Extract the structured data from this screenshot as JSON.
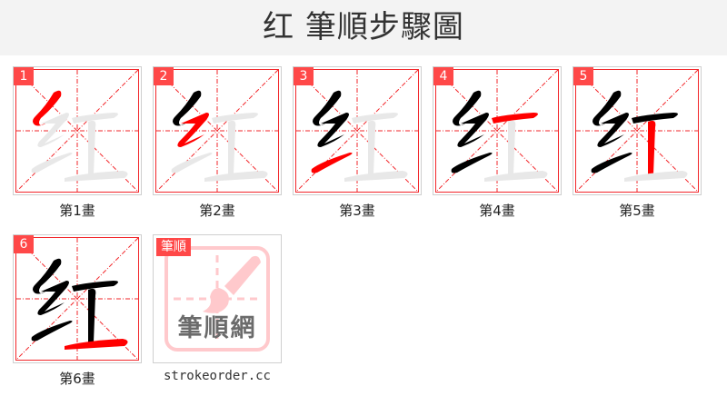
{
  "header": {
    "title": "红 筆順步驟圖"
  },
  "colors": {
    "accent": "#ff4848",
    "grid": "#f2262a",
    "active_stroke": "#ff0000",
    "done_stroke": "#000000",
    "ghost_stroke": "#e8e8e8"
  },
  "character": "红",
  "steps": [
    {
      "number": "1",
      "caption": "第1畫"
    },
    {
      "number": "2",
      "caption": "第2畫"
    },
    {
      "number": "3",
      "caption": "第3畫"
    },
    {
      "number": "4",
      "caption": "第4畫"
    },
    {
      "number": "5",
      "caption": "第5畫"
    },
    {
      "number": "6",
      "caption": "第6畫"
    }
  ],
  "logo": {
    "badge": "筆順",
    "text": "筆順網",
    "site": "strokeorder.cc"
  }
}
